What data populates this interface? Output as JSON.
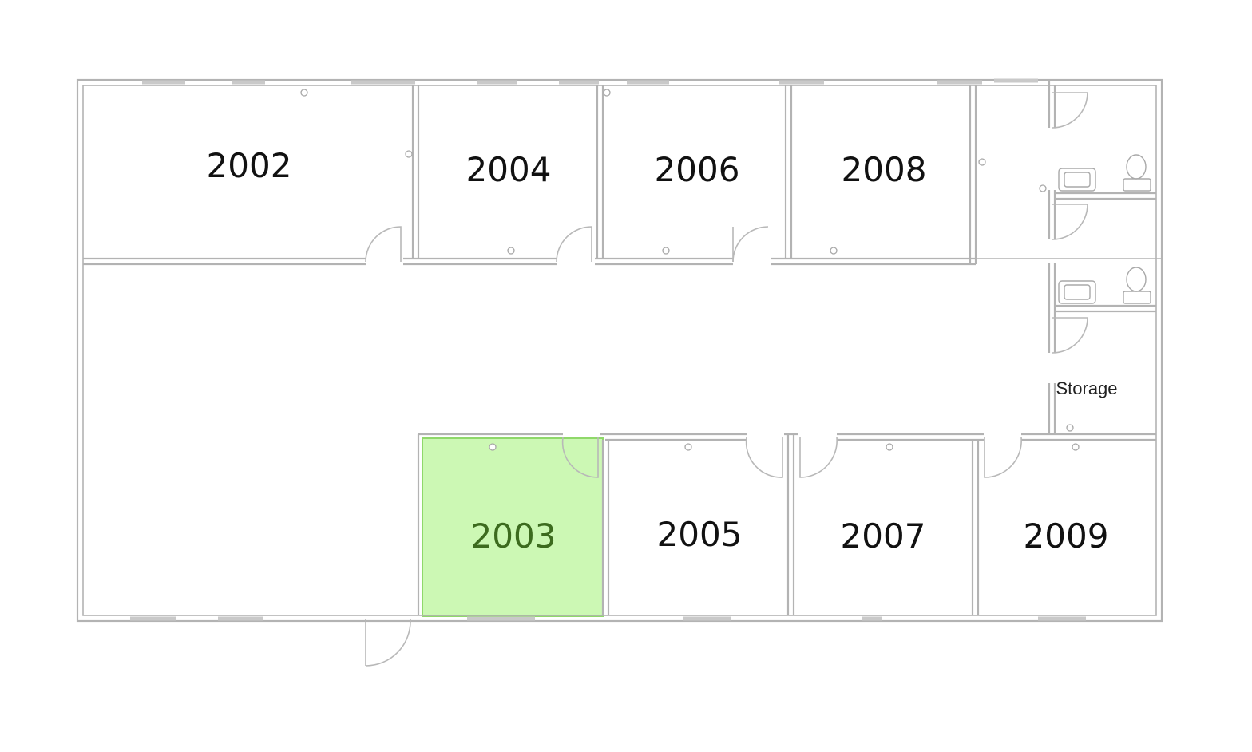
{
  "floorplan": {
    "rooms": [
      {
        "id": "2002",
        "label": "2002"
      },
      {
        "id": "2004",
        "label": "2004"
      },
      {
        "id": "2006",
        "label": "2006"
      },
      {
        "id": "2008",
        "label": "2008"
      },
      {
        "id": "2003",
        "label": "2003",
        "selected": true
      },
      {
        "id": "2005",
        "label": "2005"
      },
      {
        "id": "2007",
        "label": "2007"
      },
      {
        "id": "2009",
        "label": "2009"
      }
    ],
    "storage_label": "Storage",
    "colors": {
      "wall": "#b3b3b3",
      "selected_fill": "#ccf8b4",
      "selected_stroke": "#8fd86a",
      "selected_text": "#3c6b1e",
      "label_text": "#111111"
    }
  }
}
